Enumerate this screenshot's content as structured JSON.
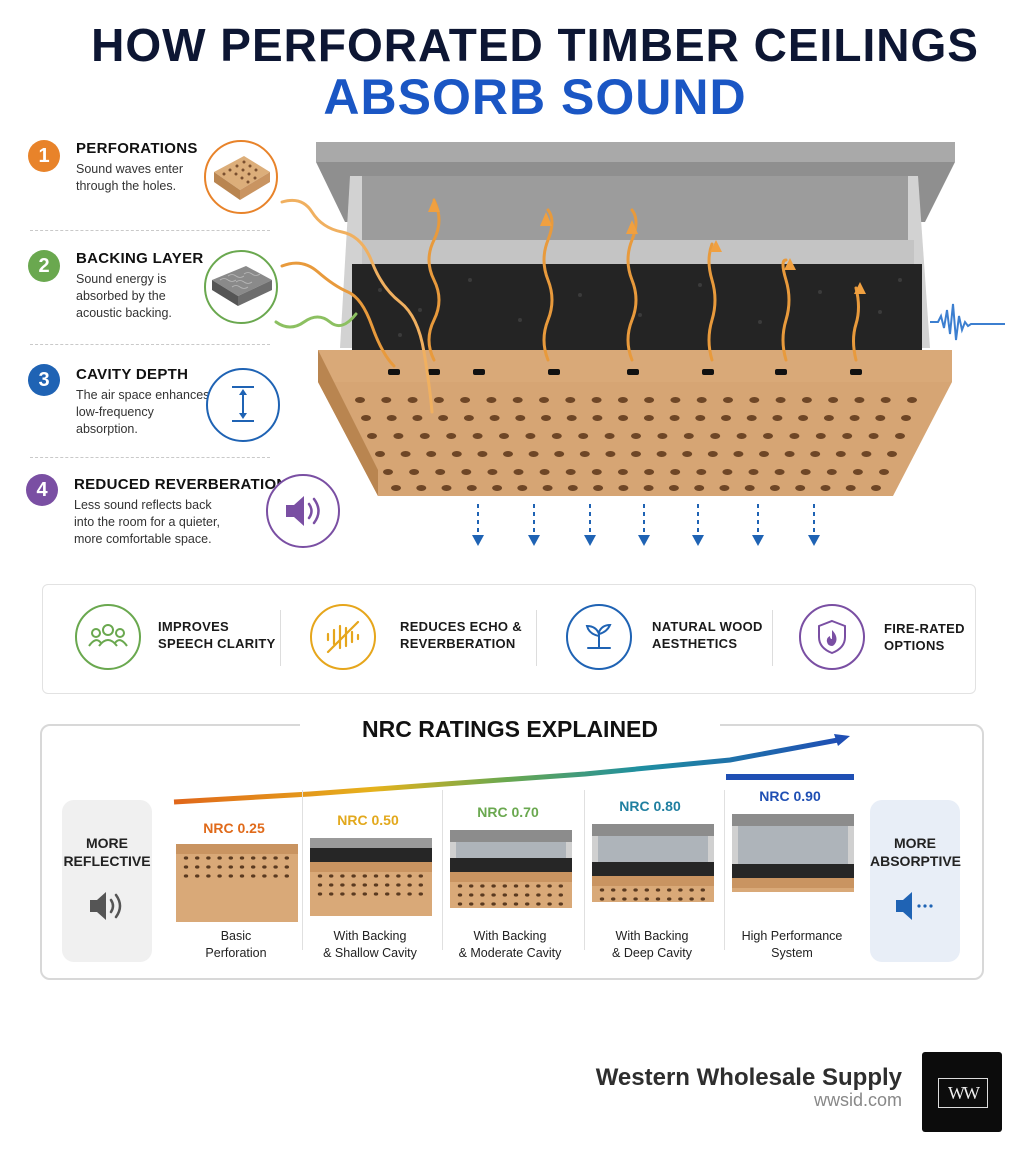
{
  "title": {
    "line1": "HOW PERFORATED TIMBER CEILINGS",
    "line2": "ABSORB SOUND"
  },
  "steps": [
    {
      "num": "1",
      "title": "PERFORATIONS",
      "desc": [
        "Sound waves enter",
        "through the holes."
      ],
      "color": "#e8832a"
    },
    {
      "num": "2",
      "title": "BACKING LAYER",
      "desc": [
        "Sound energy is",
        "absorbed by the",
        "acoustic backing."
      ],
      "color": "#6aa84f"
    },
    {
      "num": "3",
      "title": "CAVITY DEPTH",
      "desc": [
        "The air space enhances",
        "low-frequency",
        "absorption."
      ],
      "color": "#1f63b4"
    },
    {
      "num": "4",
      "title": "REDUCED REVERBERATION",
      "desc": [
        "Less sound reflects back",
        "into the room for a quieter,",
        "more comfortable space."
      ],
      "color": "#7a4fa3"
    }
  ],
  "benefits": [
    {
      "icon": "people-icon",
      "line1": "IMPROVES",
      "line2": "SPEECH CLARITY",
      "color": "#6aa84f"
    },
    {
      "icon": "echo-muted-icon",
      "line1": "REDUCES ECHO &",
      "line2": "REVERBERATION",
      "color": "#e6a61c"
    },
    {
      "icon": "sprout-icon",
      "line1": "NATURAL WOOD",
      "line2": "AESTHETICS",
      "color": "#1f63b4"
    },
    {
      "icon": "fire-shield-icon",
      "line1": "FIRE-RATED",
      "line2": "OPTIONS",
      "color": "#7a4fa3"
    }
  ],
  "nrc": {
    "title": "NRC RATINGS EXPLAINED",
    "left_label": [
      "MORE",
      "REFLECTIVE"
    ],
    "right_label": [
      "MORE",
      "ABSORPTIVE"
    ],
    "items": [
      {
        "value": "NRC 0.25",
        "caption": [
          "Basic",
          "Perforation"
        ],
        "color": "#e06a1a"
      },
      {
        "value": "NRC 0.50",
        "caption": [
          "With Backing",
          "& Shallow Cavity"
        ],
        "color": "#e2a81c"
      },
      {
        "value": "NRC 0.70",
        "caption": [
          "With Backing",
          "& Moderate Cavity"
        ],
        "color": "#6aa84f"
      },
      {
        "value": "NRC 0.80",
        "caption": [
          "With Backing",
          "& Deep Cavity"
        ],
        "color": "#1f7fa0"
      },
      {
        "value": "NRC 0.90",
        "caption": [
          "High Performance",
          "System"
        ],
        "color": "#1f4fb4"
      }
    ]
  },
  "brand": {
    "name": "Western Wholesale Supply",
    "url": "wwsid.com",
    "logo_text": "WW"
  }
}
